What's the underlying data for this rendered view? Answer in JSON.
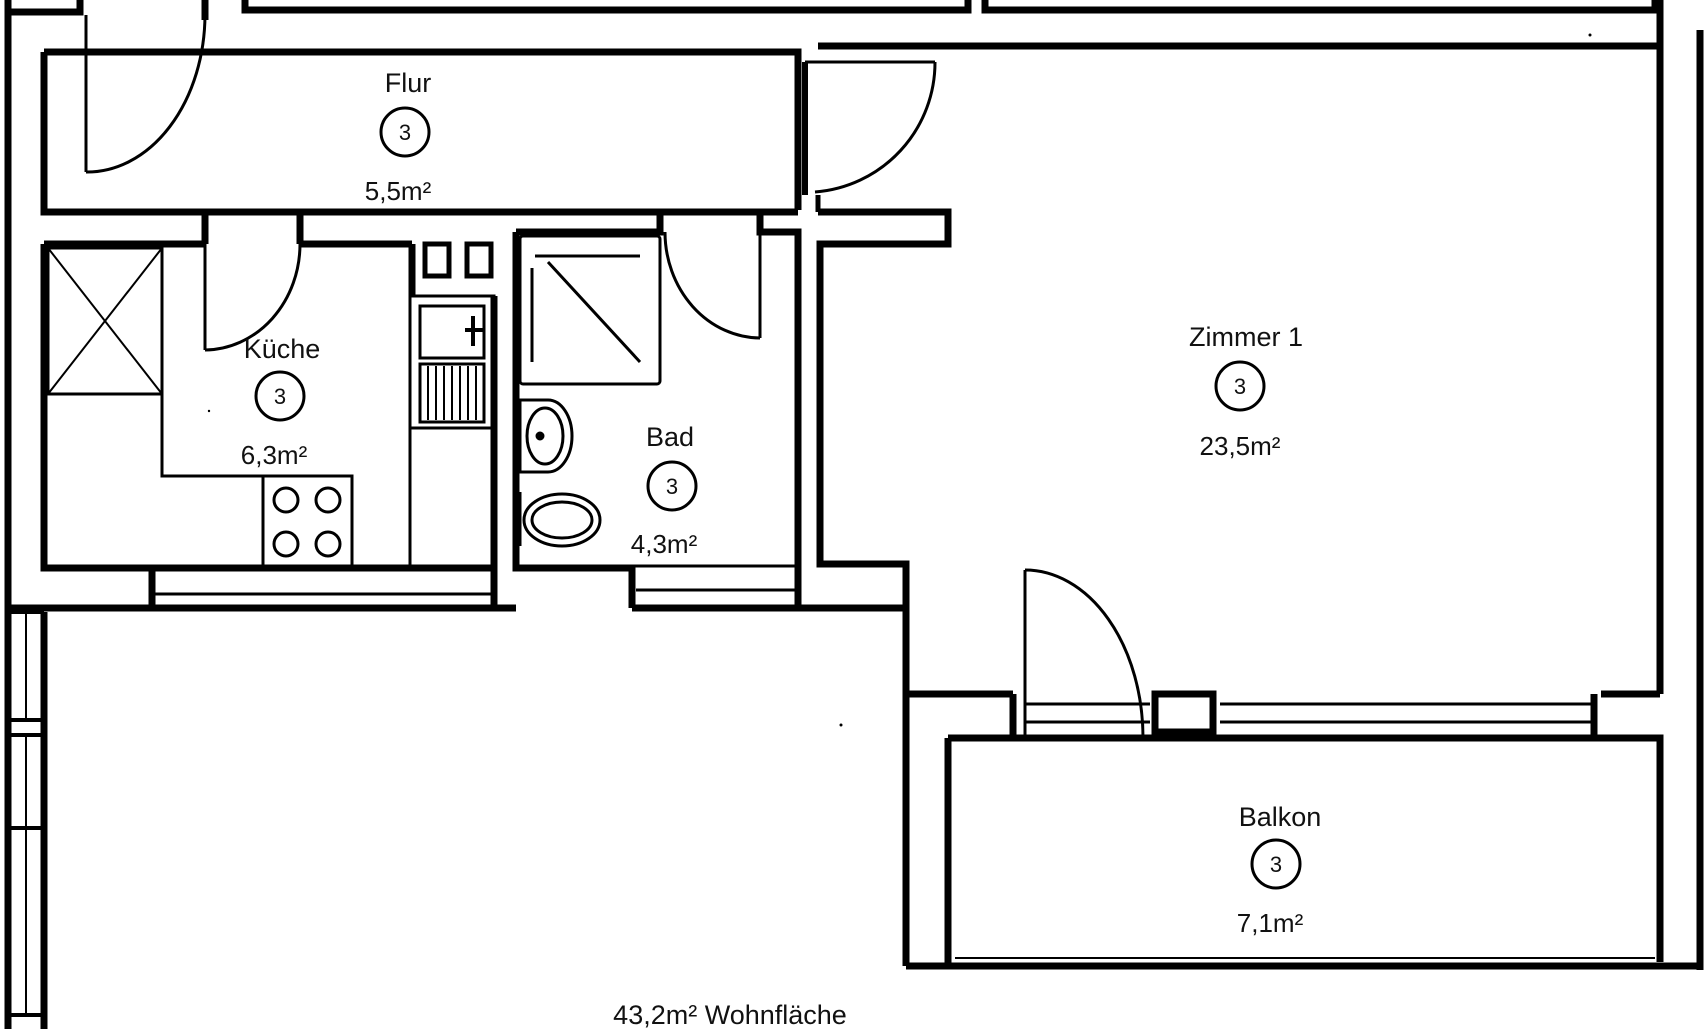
{
  "plan": {
    "rooms": [
      {
        "id": "flur",
        "name": "Flur",
        "number": "3",
        "area": "5,5m²"
      },
      {
        "id": "kueche",
        "name": "Küche",
        "number": "3",
        "area": "6,3m²"
      },
      {
        "id": "bad",
        "name": "Bad",
        "number": "3",
        "area": "4,3m²"
      },
      {
        "id": "zimmer1",
        "name": "Zimmer 1",
        "number": "3",
        "area": "23,5m²"
      },
      {
        "id": "balkon",
        "name": "Balkon",
        "number": "3",
        "area": "7,1m²"
      }
    ],
    "total_area": "43,2m² Wohnfläche"
  },
  "colors": {
    "wall": "#000000",
    "line": "#111111",
    "background": "#ffffff"
  }
}
